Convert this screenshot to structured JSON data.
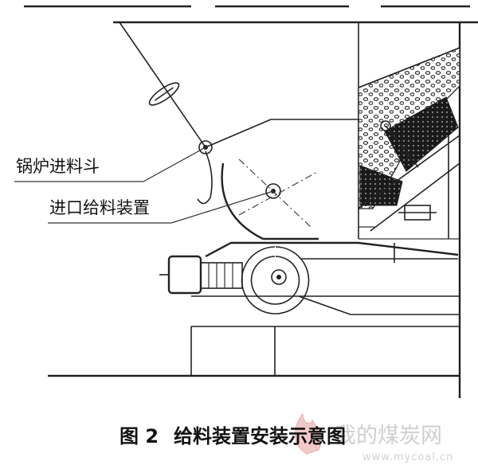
{
  "labels": {
    "hopper": "锅炉进料斗",
    "feeder": "进口给料装置"
  },
  "caption": {
    "figure_no": "图 2",
    "title": "给料装置安装示意图"
  },
  "watermark": {
    "cn": "我的煤炭网",
    "en": "www.mycoal.cn"
  }
}
